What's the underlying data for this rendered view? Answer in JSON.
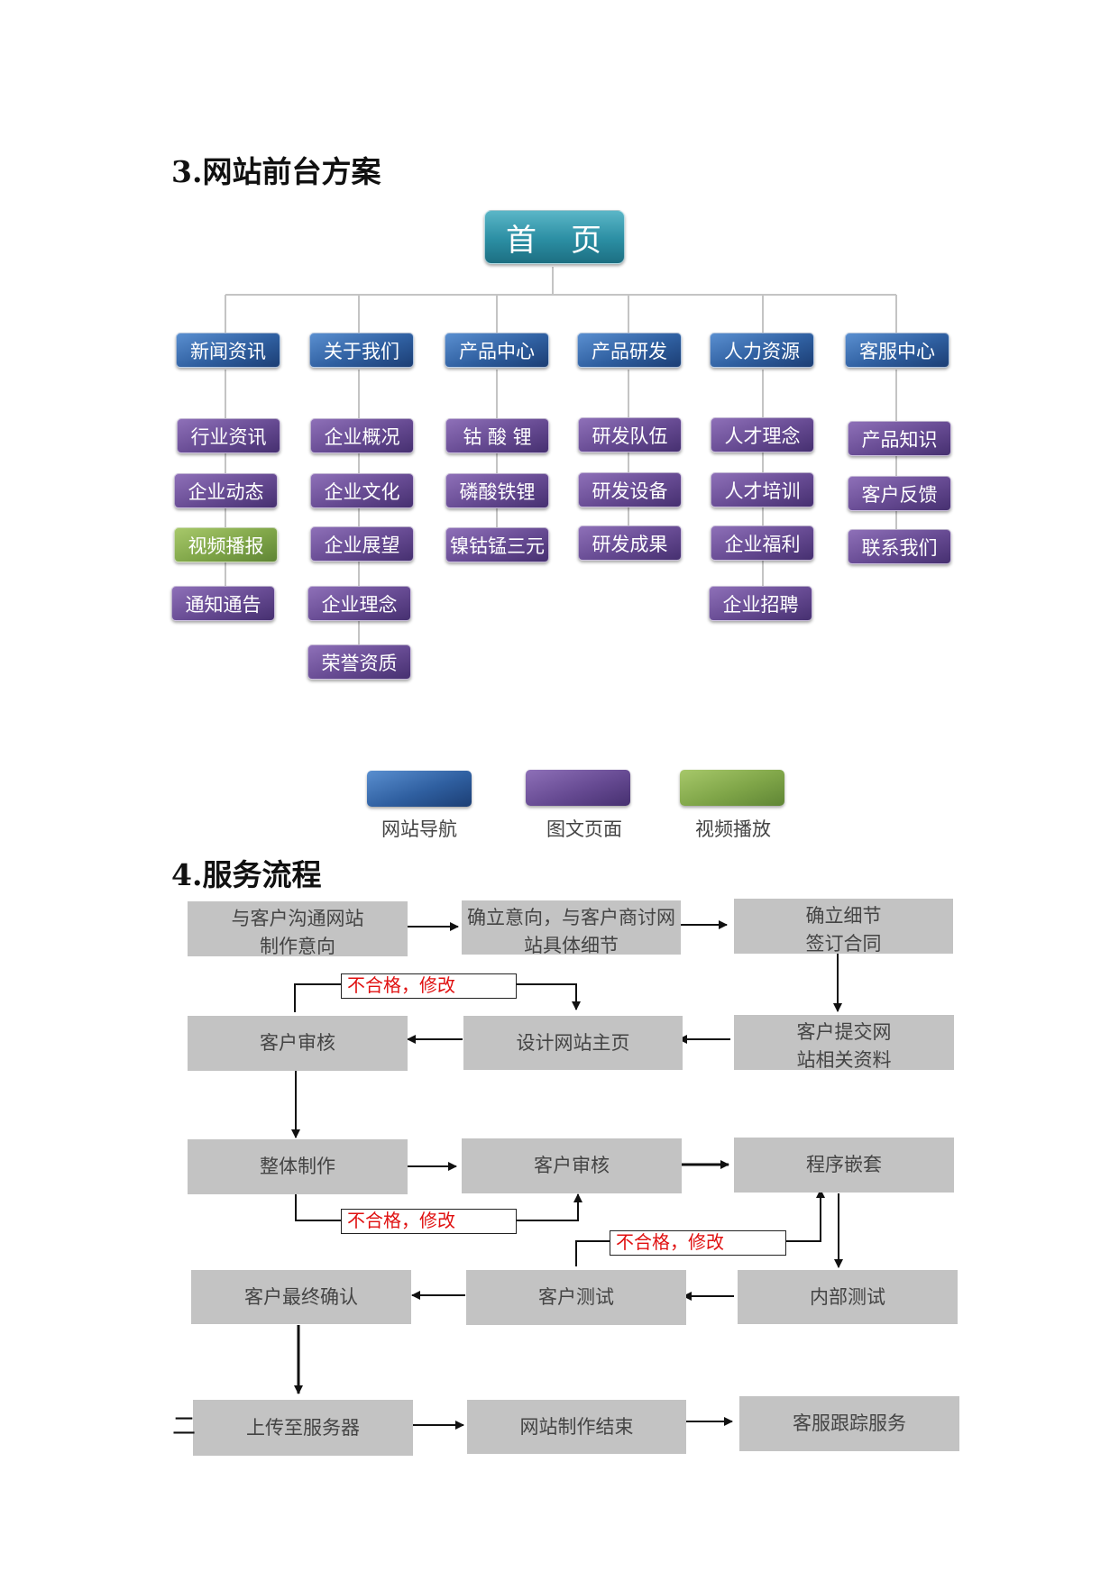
{
  "section3": {
    "title": "3.网站前台方案"
  },
  "home": {
    "label_left": "首",
    "label_right": "页"
  },
  "columns": [
    {
      "header": "新闻资讯",
      "items": [
        {
          "label": "行业资讯",
          "type": "page"
        },
        {
          "label": "企业动态",
          "type": "page"
        },
        {
          "label": "视频播报",
          "type": "video"
        },
        {
          "label": "通知通告",
          "type": "page"
        }
      ]
    },
    {
      "header": "关于我们",
      "items": [
        {
          "label": "企业概况",
          "type": "page"
        },
        {
          "label": "企业文化",
          "type": "page"
        },
        {
          "label": "企业展望",
          "type": "page"
        },
        {
          "label": "企业理念",
          "type": "page"
        },
        {
          "label": "荣誉资质",
          "type": "page"
        }
      ]
    },
    {
      "header": "产品中心",
      "items": [
        {
          "label": "钴 酸 锂",
          "type": "page"
        },
        {
          "label": "磷酸铁锂",
          "type": "page"
        },
        {
          "label": "镍钴锰三元",
          "type": "page"
        }
      ]
    },
    {
      "header": "产品研发",
      "items": [
        {
          "label": "研发队伍",
          "type": "page"
        },
        {
          "label": "研发设备",
          "type": "page"
        },
        {
          "label": "研发成果",
          "type": "page"
        }
      ]
    },
    {
      "header": "人力资源",
      "items": [
        {
          "label": "人才理念",
          "type": "page"
        },
        {
          "label": "人才培训",
          "type": "page"
        },
        {
          "label": "企业福利",
          "type": "page"
        },
        {
          "label": "企业招聘",
          "type": "page"
        }
      ]
    },
    {
      "header": "客服中心",
      "items": [
        {
          "label": "产品知识",
          "type": "page"
        },
        {
          "label": "客户反馈",
          "type": "page"
        },
        {
          "label": "联系我们",
          "type": "page"
        }
      ]
    }
  ],
  "legend": [
    {
      "label": "网站导航",
      "color": "#2f5fa0"
    },
    {
      "label": "图文页面",
      "color": "#664a92"
    },
    {
      "label": "视频播放",
      "color": "#7fa548"
    }
  ],
  "section4": {
    "title": "4.服务流程"
  },
  "flow": {
    "step1": {
      "line1": "与客户沟通网站",
      "line2": "制作意向"
    },
    "step2": {
      "line1": "确立意向，与客户商讨网",
      "line2": "站具体细节"
    },
    "step3": {
      "line1": "确立细节",
      "line2": "签订合同"
    },
    "step4": {
      "line1": "客户提交网",
      "line2": "站相关资料"
    },
    "step5": "设计网站主页",
    "step6": "客户审核",
    "step7": "整体制作",
    "step8": "客户审核",
    "step9": "程序嵌套",
    "step10": "内部测试",
    "step11": "客户测试",
    "step12": "客户最终确认",
    "step13": "上传至服务器",
    "step14": "网站制作结束",
    "step15": "客服跟踪服务",
    "reject1": "不合格，修改",
    "reject2": "不合格，修改",
    "reject3": "不合格，修改",
    "stray_mark": "二"
  }
}
